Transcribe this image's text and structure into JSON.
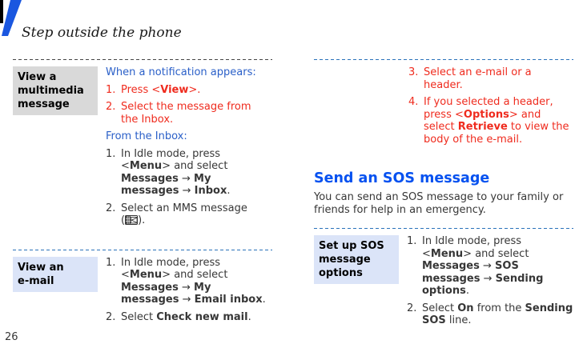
{
  "page": {
    "title": "Step outside the phone",
    "page_number": "26"
  },
  "colors": {
    "accent_blue": "#0551f0",
    "intro_blue": "#2a5fc8",
    "step_red": "#ef2b1e",
    "body_text": "#373737",
    "label_gray_bg": "#d9d9d9",
    "label_blue_bg": "#dbe4f8",
    "divider_blue": "#2a72ba",
    "divider_gray": "#444444",
    "corner_blue": "#1a57e0"
  },
  "icons": {
    "mms": "mms-message-icon"
  },
  "left": {
    "sections": [
      {
        "label": "View a\nmultimedia\nmessage",
        "intro1": "When a notification appears:",
        "red_steps": [
          {
            "num": "1.",
            "segments": [
              {
                "t": "Press <"
              },
              {
                "t": "View",
                "b": true
              },
              {
                "t": ">."
              }
            ]
          },
          {
            "num": "2.",
            "segments": [
              {
                "t": "Select the message from\nthe Inbox."
              }
            ]
          }
        ],
        "intro2": "From the Inbox:",
        "steps": [
          {
            "num": "1.",
            "segments": [
              {
                "t": "In Idle mode, press\n<"
              },
              {
                "t": "Menu",
                "b": true
              },
              {
                "t": "> and select\n"
              },
              {
                "t": "Messages",
                "b": true
              },
              {
                "t": " → "
              },
              {
                "t": "My\nmessages",
                "b": true
              },
              {
                "t": " → "
              },
              {
                "t": "Inbox",
                "b": true
              },
              {
                "t": "."
              }
            ]
          },
          {
            "num": "2.",
            "pre": [
              {
                "t": "Select an MMS message\n("
              }
            ],
            "post": [
              {
                "t": ")."
              }
            ]
          }
        ]
      },
      {
        "label": "View an\ne-mail",
        "steps": [
          {
            "num": "1.",
            "segments": [
              {
                "t": "In Idle mode, press\n<"
              },
              {
                "t": "Menu",
                "b": true
              },
              {
                "t": "> and select\n"
              },
              {
                "t": "Messages",
                "b": true
              },
              {
                "t": " → "
              },
              {
                "t": "My\nmessages",
                "b": true
              },
              {
                "t": " → "
              },
              {
                "t": "Email inbox",
                "b": true
              },
              {
                "t": "."
              }
            ]
          },
          {
            "num": "2.",
            "segments": [
              {
                "t": "Select "
              },
              {
                "t": "Check new mail",
                "b": true
              },
              {
                "t": "."
              }
            ]
          }
        ]
      }
    ]
  },
  "right": {
    "cont_steps": [
      {
        "num": "3.",
        "segments": [
          {
            "t": "Select an e-mail or a\nheader."
          }
        ]
      },
      {
        "num": "4.",
        "segments": [
          {
            "t": "If you selected a header,\npress <"
          },
          {
            "t": "Options",
            "b": true
          },
          {
            "t": "> and\nselect "
          },
          {
            "t": "Retrieve",
            "b": true
          },
          {
            "t": " to view the\nbody of the e-mail."
          }
        ]
      }
    ],
    "heading": "Send an SOS message",
    "para": "You can send an SOS message to your family or\nfriends for help in an emergency.",
    "section": {
      "label": "Set up SOS\nmessage\noptions",
      "steps": [
        {
          "num": "1.",
          "segments": [
            {
              "t": "In Idle mode, press\n<"
            },
            {
              "t": "Menu",
              "b": true
            },
            {
              "t": "> and select\n"
            },
            {
              "t": "Messages",
              "b": true
            },
            {
              "t": " → "
            },
            {
              "t": "SOS\nmessages",
              "b": true
            },
            {
              "t": " → "
            },
            {
              "t": "Sending\noptions",
              "b": true
            },
            {
              "t": "."
            }
          ]
        },
        {
          "num": "2.",
          "segments": [
            {
              "t": "Select "
            },
            {
              "t": "On",
              "b": true
            },
            {
              "t": " from the "
            },
            {
              "t": "Sending\nSOS",
              "b": true
            },
            {
              "t": " line."
            }
          ]
        }
      ]
    }
  }
}
